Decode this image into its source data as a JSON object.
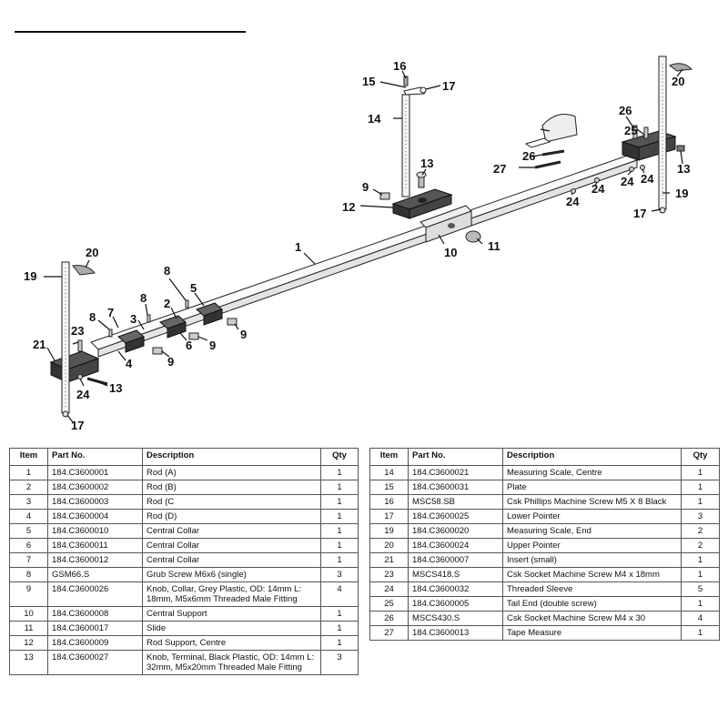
{
  "diagram": {
    "callouts": [
      "1",
      "2",
      "3",
      "4",
      "5",
      "6",
      "7",
      "8",
      "8",
      "8",
      "9",
      "9",
      "9",
      "9",
      "10",
      "11",
      "12",
      "13",
      "13",
      "13",
      "14",
      "15",
      "16",
      "17",
      "17",
      "17",
      "19",
      "19",
      "20",
      "20",
      "21",
      "23",
      "24",
      "24",
      "24",
      "24",
      "24",
      "25",
      "26",
      "26",
      "27"
    ]
  },
  "parts_table": {
    "headers": {
      "item": "Item",
      "part": "Part No.",
      "desc": "Description",
      "qty": "Qty"
    },
    "left": [
      {
        "item": "1",
        "part": "184.C3600001",
        "desc": "Rod (A)",
        "qty": "1"
      },
      {
        "item": "2",
        "part": "184.C3600002",
        "desc": "Rod (B)",
        "qty": "1"
      },
      {
        "item": "3",
        "part": "184.C3600003",
        "desc": "Rod (C",
        "qty": "1"
      },
      {
        "item": "4",
        "part": "184.C3600004",
        "desc": "Rod (D)",
        "qty": "1"
      },
      {
        "item": "5",
        "part": "184.C3600010",
        "desc": "Central Collar",
        "qty": "1"
      },
      {
        "item": "6",
        "part": "184.C3600011",
        "desc": "Central Collar",
        "qty": "1"
      },
      {
        "item": "7",
        "part": "184.C3600012",
        "desc": "Central Collar",
        "qty": "1"
      },
      {
        "item": "8",
        "part": "GSM66.S",
        "desc": "Grub Screw M6x6 (single)",
        "qty": "3"
      },
      {
        "item": "9",
        "part": "184.C3600026",
        "desc": "Knob, Collar, Grey Plastic, OD: 14mm L: 18mm, M5x6mm Threaded Male Fitting",
        "qty": "4"
      },
      {
        "item": "10",
        "part": "184.C3600008",
        "desc": "Central Support",
        "qty": "1"
      },
      {
        "item": "11",
        "part": "184.C3600017",
        "desc": "Slide",
        "qty": "1"
      },
      {
        "item": "12",
        "part": "184.C3600009",
        "desc": "Rod Support, Centre",
        "qty": "1"
      },
      {
        "item": "13",
        "part": "184.C3600027",
        "desc": "Knob, Terminal, Black Plastic, OD: 14mm L: 32mm, M5x20mm Threaded Male Fitting",
        "qty": "3"
      }
    ],
    "right": [
      {
        "item": "14",
        "part": "184.C3600021",
        "desc": "Measuring Scale, Centre",
        "qty": "1"
      },
      {
        "item": "15",
        "part": "184.C3600031",
        "desc": "Plate",
        "qty": "1"
      },
      {
        "item": "16",
        "part": "MSC58.SB",
        "desc": "Csk Phillips Machine Screw M5 X 8 Black",
        "qty": "1"
      },
      {
        "item": "17",
        "part": "184.C3600025",
        "desc": "Lower Pointer",
        "qty": "3"
      },
      {
        "item": "19",
        "part": "184.C3600020",
        "desc": "Measuring Scale, End",
        "qty": "2"
      },
      {
        "item": "20",
        "part": "184.C3600024",
        "desc": "Upper Pointer",
        "qty": "2"
      },
      {
        "item": "21",
        "part": "184.C3600007",
        "desc": "Insert (small)",
        "qty": "1"
      },
      {
        "item": "23",
        "part": "MSCS418.S",
        "desc": "Csk Socket Machine Screw M4 x 18mm",
        "qty": "1"
      },
      {
        "item": "24",
        "part": "184.C3600032",
        "desc": "Threaded Sleeve",
        "qty": "5"
      },
      {
        "item": "25",
        "part": "184.C3600005",
        "desc": "Tail End (double screw)",
        "qty": "1"
      },
      {
        "item": "26",
        "part": "MSCS430.S",
        "desc": "Csk Socket Machine Screw M4 x 30",
        "qty": "4"
      },
      {
        "item": "27",
        "part": "184.C3600013",
        "desc": "Tape Measure",
        "qty": "1"
      }
    ]
  }
}
